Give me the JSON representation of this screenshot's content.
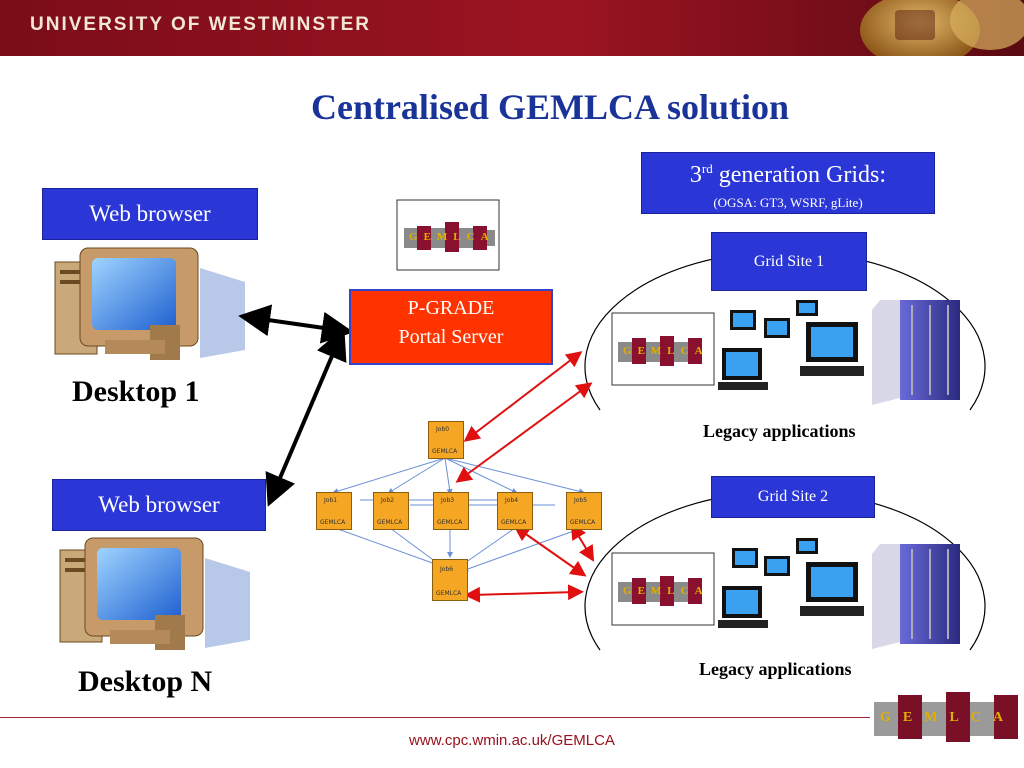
{
  "header": {
    "university": "UNIVERSITY OF WESTMINSTER"
  },
  "title": "Centralised GEMLCA solution",
  "grid_generation": {
    "prefix": "3",
    "superscript": "rd",
    "text": " generation Grids:",
    "sub": "(OGSA: GT3, WSRF, gLite)"
  },
  "web_browser_1": "Web browser",
  "web_browser_2": "Web browser",
  "desktop_1": "Desktop 1",
  "desktop_n": "Desktop N",
  "portal": {
    "line1": "P-GRADE",
    "line2": "Portal Server"
  },
  "grid_site_1": "Grid Site 1",
  "grid_site_2": "Grid Site 2",
  "legacy_1": "Legacy applications",
  "legacy_2": "Legacy applications",
  "jobs": [
    {
      "name": "Job0",
      "tag": "GEMLCA"
    },
    {
      "name": "Job1",
      "tag": "GEMLCA"
    },
    {
      "name": "Job2",
      "tag": "GEMLCA"
    },
    {
      "name": "Job3",
      "tag": "GEMLCA"
    },
    {
      "name": "Job4",
      "tag": "GEMLCA"
    },
    {
      "name": "Job5",
      "tag": "GEMLCA"
    },
    {
      "name": "Job6",
      "tag": "GEMLCA"
    }
  ],
  "puzzle_letters": [
    "G",
    "E",
    "M",
    "L",
    "C",
    "A"
  ],
  "footer_url": "www.cpc.wmin.ac.uk/GEMLCA",
  "colors": {
    "header": "#9c1422",
    "title": "#1a3399",
    "blue_box": "#2a36d6",
    "portal": "#ff3300",
    "job": "#f5a623",
    "footer": "#9a0f1c"
  }
}
